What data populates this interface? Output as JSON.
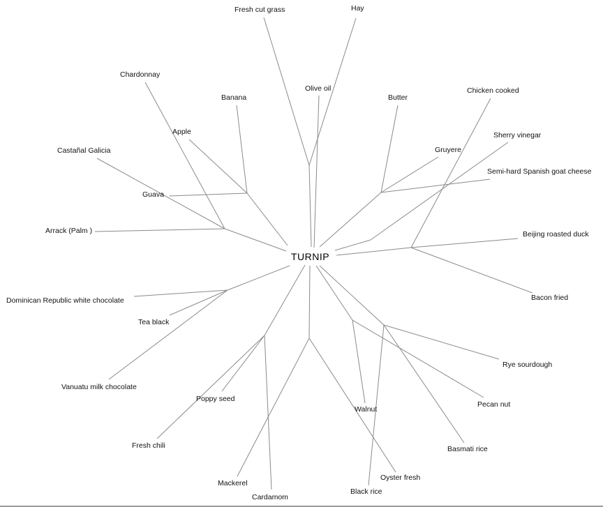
{
  "diagram": {
    "root": "TURNIP",
    "leaves": {
      "fresh_cut_grass": "Fresh cut grass",
      "hay": "Hay",
      "olive_oil": "Olive oil",
      "chardonnay": "Chardonnay",
      "banana": "Banana",
      "apple": "Apple",
      "castanal_galicia": "Castañal Galicia",
      "guava": "Guava",
      "arrack_palm": "Arrack (Palm )",
      "butter": "Butter",
      "chicken_cooked": "Chicken cooked",
      "sherry_vinegar": "Sherry vinegar",
      "gruyere": "Gruyere",
      "semi_hard_goat_cheese": "Semi-hard Spanish goat cheese",
      "beijing_roasted_duck": "Beijing roasted duck",
      "bacon_fried": "Bacon fried",
      "dominican_white_chocolate": "Dominican Republic white chocolate",
      "tea_black": "Tea black",
      "vanuatu_milk_chocolate": "Vanuatu milk chocolate",
      "poppy_seed": "Poppy seed",
      "fresh_chili": "Fresh chili",
      "mackerel": "Mackerel",
      "cardamom": "Cardamom",
      "walnut": "Walnut",
      "oyster_fresh": "Oyster fresh",
      "black_rice": "Black rice",
      "rye_sourdough": "Rye sourdough",
      "pecan_nut": "Pecan nut",
      "basmati_rice": "Basmati rice"
    },
    "edge_color": "#8a8a8a"
  }
}
